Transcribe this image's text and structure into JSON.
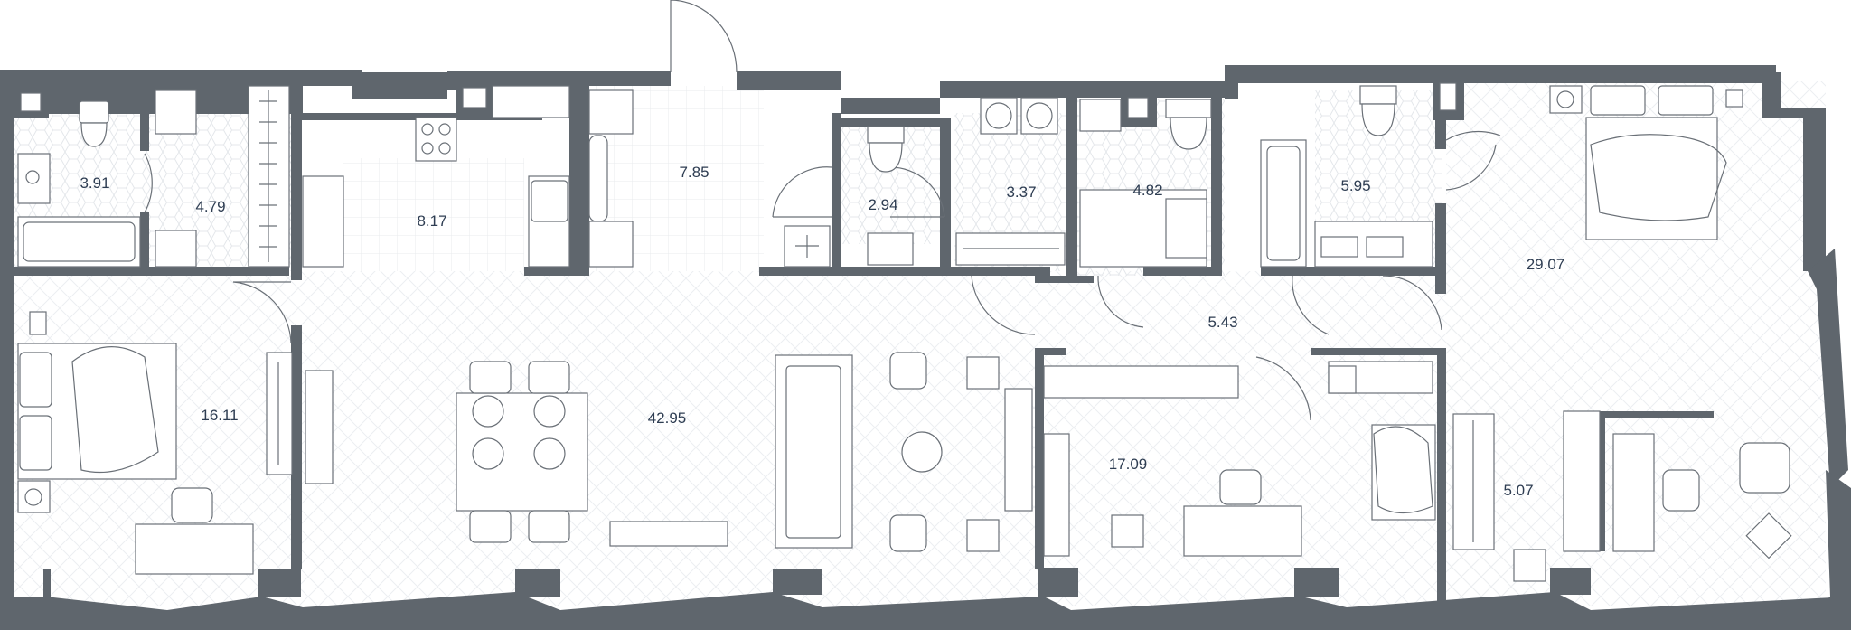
{
  "floor_plan": {
    "rooms": [
      {
        "id": "bath-1",
        "area": "3.91"
      },
      {
        "id": "wardrobe-1",
        "area": "4.79"
      },
      {
        "id": "kitchen",
        "area": "8.17"
      },
      {
        "id": "hall-entry",
        "area": "7.85"
      },
      {
        "id": "wc",
        "area": "2.94"
      },
      {
        "id": "laundry",
        "area": "3.37"
      },
      {
        "id": "bath-2",
        "area": "4.82"
      },
      {
        "id": "bath-3",
        "area": "5.95"
      },
      {
        "id": "bedroom-master",
        "area": "29.07"
      },
      {
        "id": "bedroom-left",
        "area": "16.11"
      },
      {
        "id": "living-dining",
        "area": "42.95"
      },
      {
        "id": "corridor",
        "area": "5.43"
      },
      {
        "id": "bedroom-middle",
        "area": "17.09"
      },
      {
        "id": "wardrobe-2",
        "area": "5.07"
      }
    ]
  },
  "colors": {
    "wall": "#5f666d",
    "text": "#2e3d52",
    "line": "#6a7077",
    "floor_pattern": "#e9ecef"
  }
}
